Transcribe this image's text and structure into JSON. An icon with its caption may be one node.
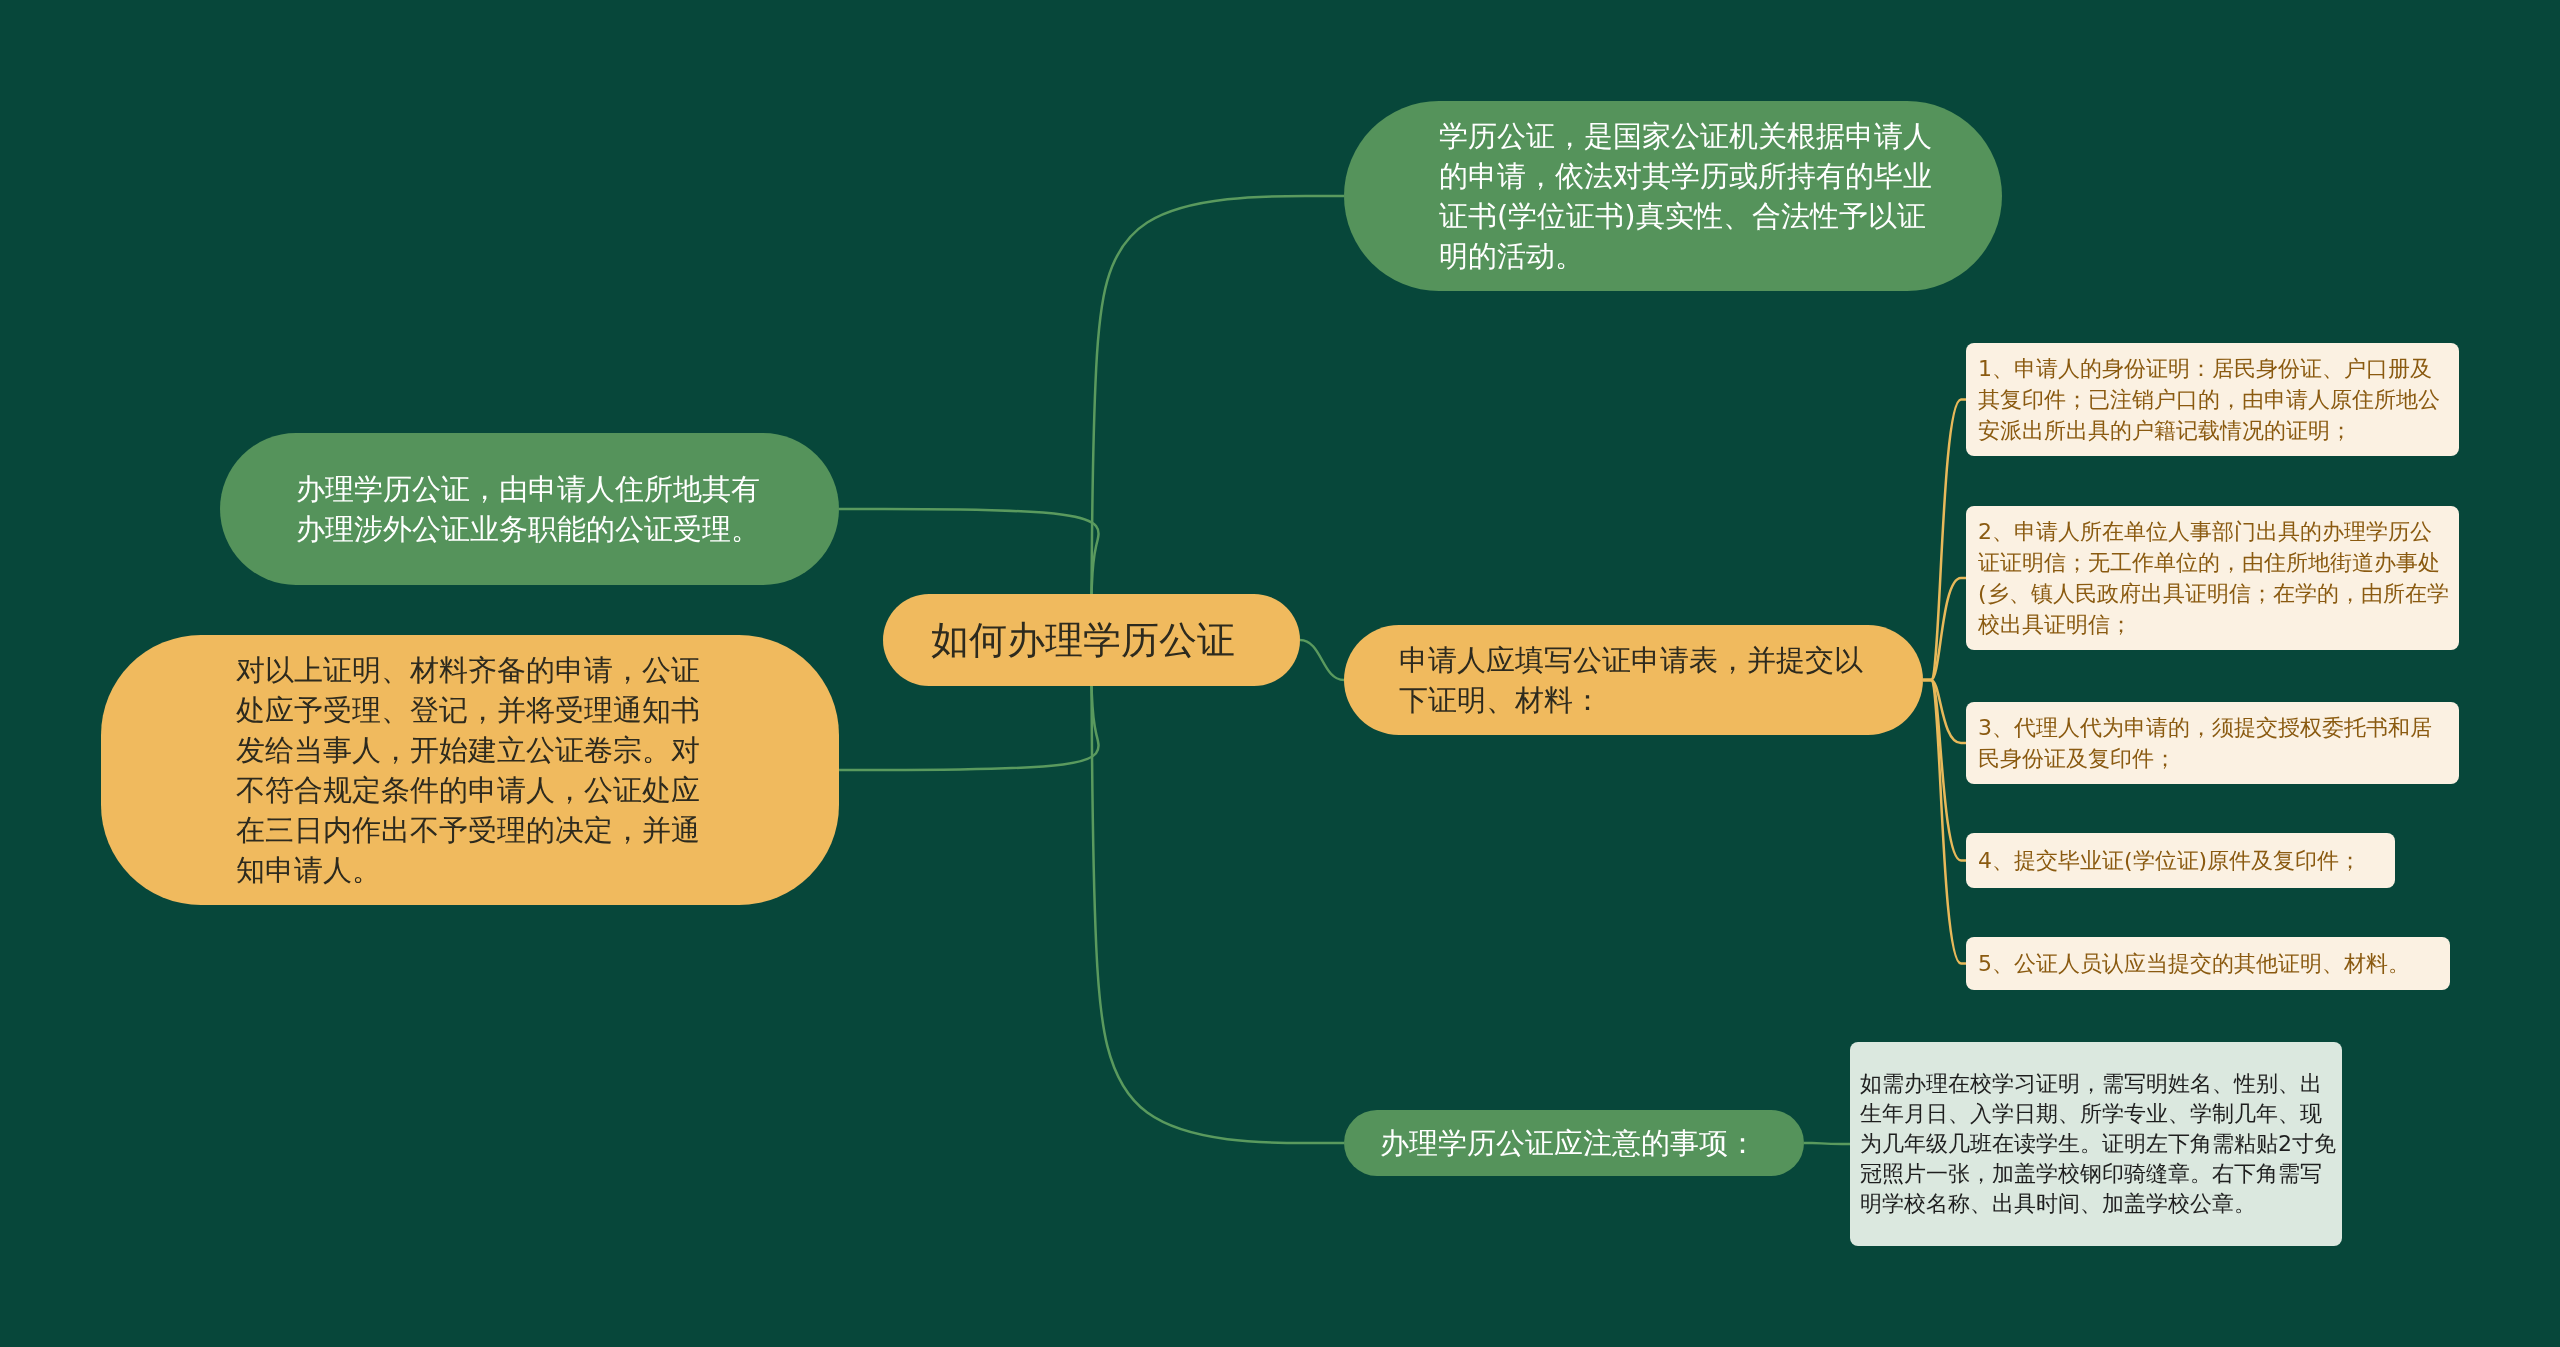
{
  "diagram": {
    "nodes": [
      {
        "text": [
          "如何办理学历公证"
        ]
      },
      {
        "text": [
          "学历公证，是国家公证机关根据申请人的申请，依法对其学历或所持有的毕业证书(学位证书)真实性、合法性予以证明的活动。"
        ]
      },
      {
        "text": [
          "办理学历公证，由申请人住所地其有办理涉外公证业务职能的公证受理。"
        ]
      },
      {
        "text": [
          "对以上证明、材料齐备的申请，公证处应予受理、登记，并将受理通知书发给当事人，开始建立公证卷宗。对不符合规定条件的申请人，公证处应在三日内作出不予受理的决定，并通知申请人。"
        ]
      },
      {
        "text": [
          "申请人应填写公证申请表，并提交以下证明、材料："
        ]
      },
      {
        "text": [
          "1、申请人的身份证明：居民身份证、户口册及其复印件；已注销户口的，由申请人原住所地公安派出所出具的户籍记载情况的证明；"
        ]
      },
      {
        "text": [
          "2、申请人所在单位人事部门出具的办理学历公证证明信；无工作单位的，由住所地街道办事处(乡、镇人民政府出具证明信；在学的，由所在学校出具证明信；"
        ]
      },
      {
        "text": [
          "3、代理人代为申请的，须提交授权委托书和居民身份证及复印件；"
        ]
      },
      {
        "text": [
          "4、提交毕业证(学位证)原件及复印件；"
        ]
      },
      {
        "text": [
          "5、公证人员认应当提交的其他证明、材料。"
        ]
      },
      {
        "text": [
          "办理学历公证应注意的事项："
        ]
      },
      {
        "text": [
          "如需办理在校学习证明，需写明姓名、性别、出生年月日、入学日期、所学专业、学制几年、现为几年级几班在读学生。证明左下角需粘贴2寸免冠照片一张，加盖学校钢印骑缝章。右下角需写明学校名称、出具时间、加盖学校公章。"
        ]
      }
    ],
    "edges": [
      {
        "from": 0,
        "to": 1,
        "arrow": "none"
      },
      {
        "from": 0,
        "to": 2,
        "arrow": "none"
      },
      {
        "from": 0,
        "to": 3,
        "arrow": "none"
      },
      {
        "from": 0,
        "to": 4,
        "arrow": "none"
      },
      {
        "from": 4,
        "to": 5,
        "arrow": "none",
        "color": "#e8b95a"
      },
      {
        "from": 4,
        "to": 6,
        "arrow": "none",
        "color": "#e8b95a"
      },
      {
        "from": 4,
        "to": 7,
        "arrow": "none",
        "color": "#e8b95a"
      },
      {
        "from": 4,
        "to": 8,
        "arrow": "none",
        "color": "#e8b95a"
      },
      {
        "from": 4,
        "to": 9,
        "arrow": "none",
        "color": "#e8b95a"
      },
      {
        "from": 0,
        "to": 10,
        "arrow": "none"
      },
      {
        "from": 10,
        "to": 11,
        "arrow": "none"
      }
    ]
  }
}
